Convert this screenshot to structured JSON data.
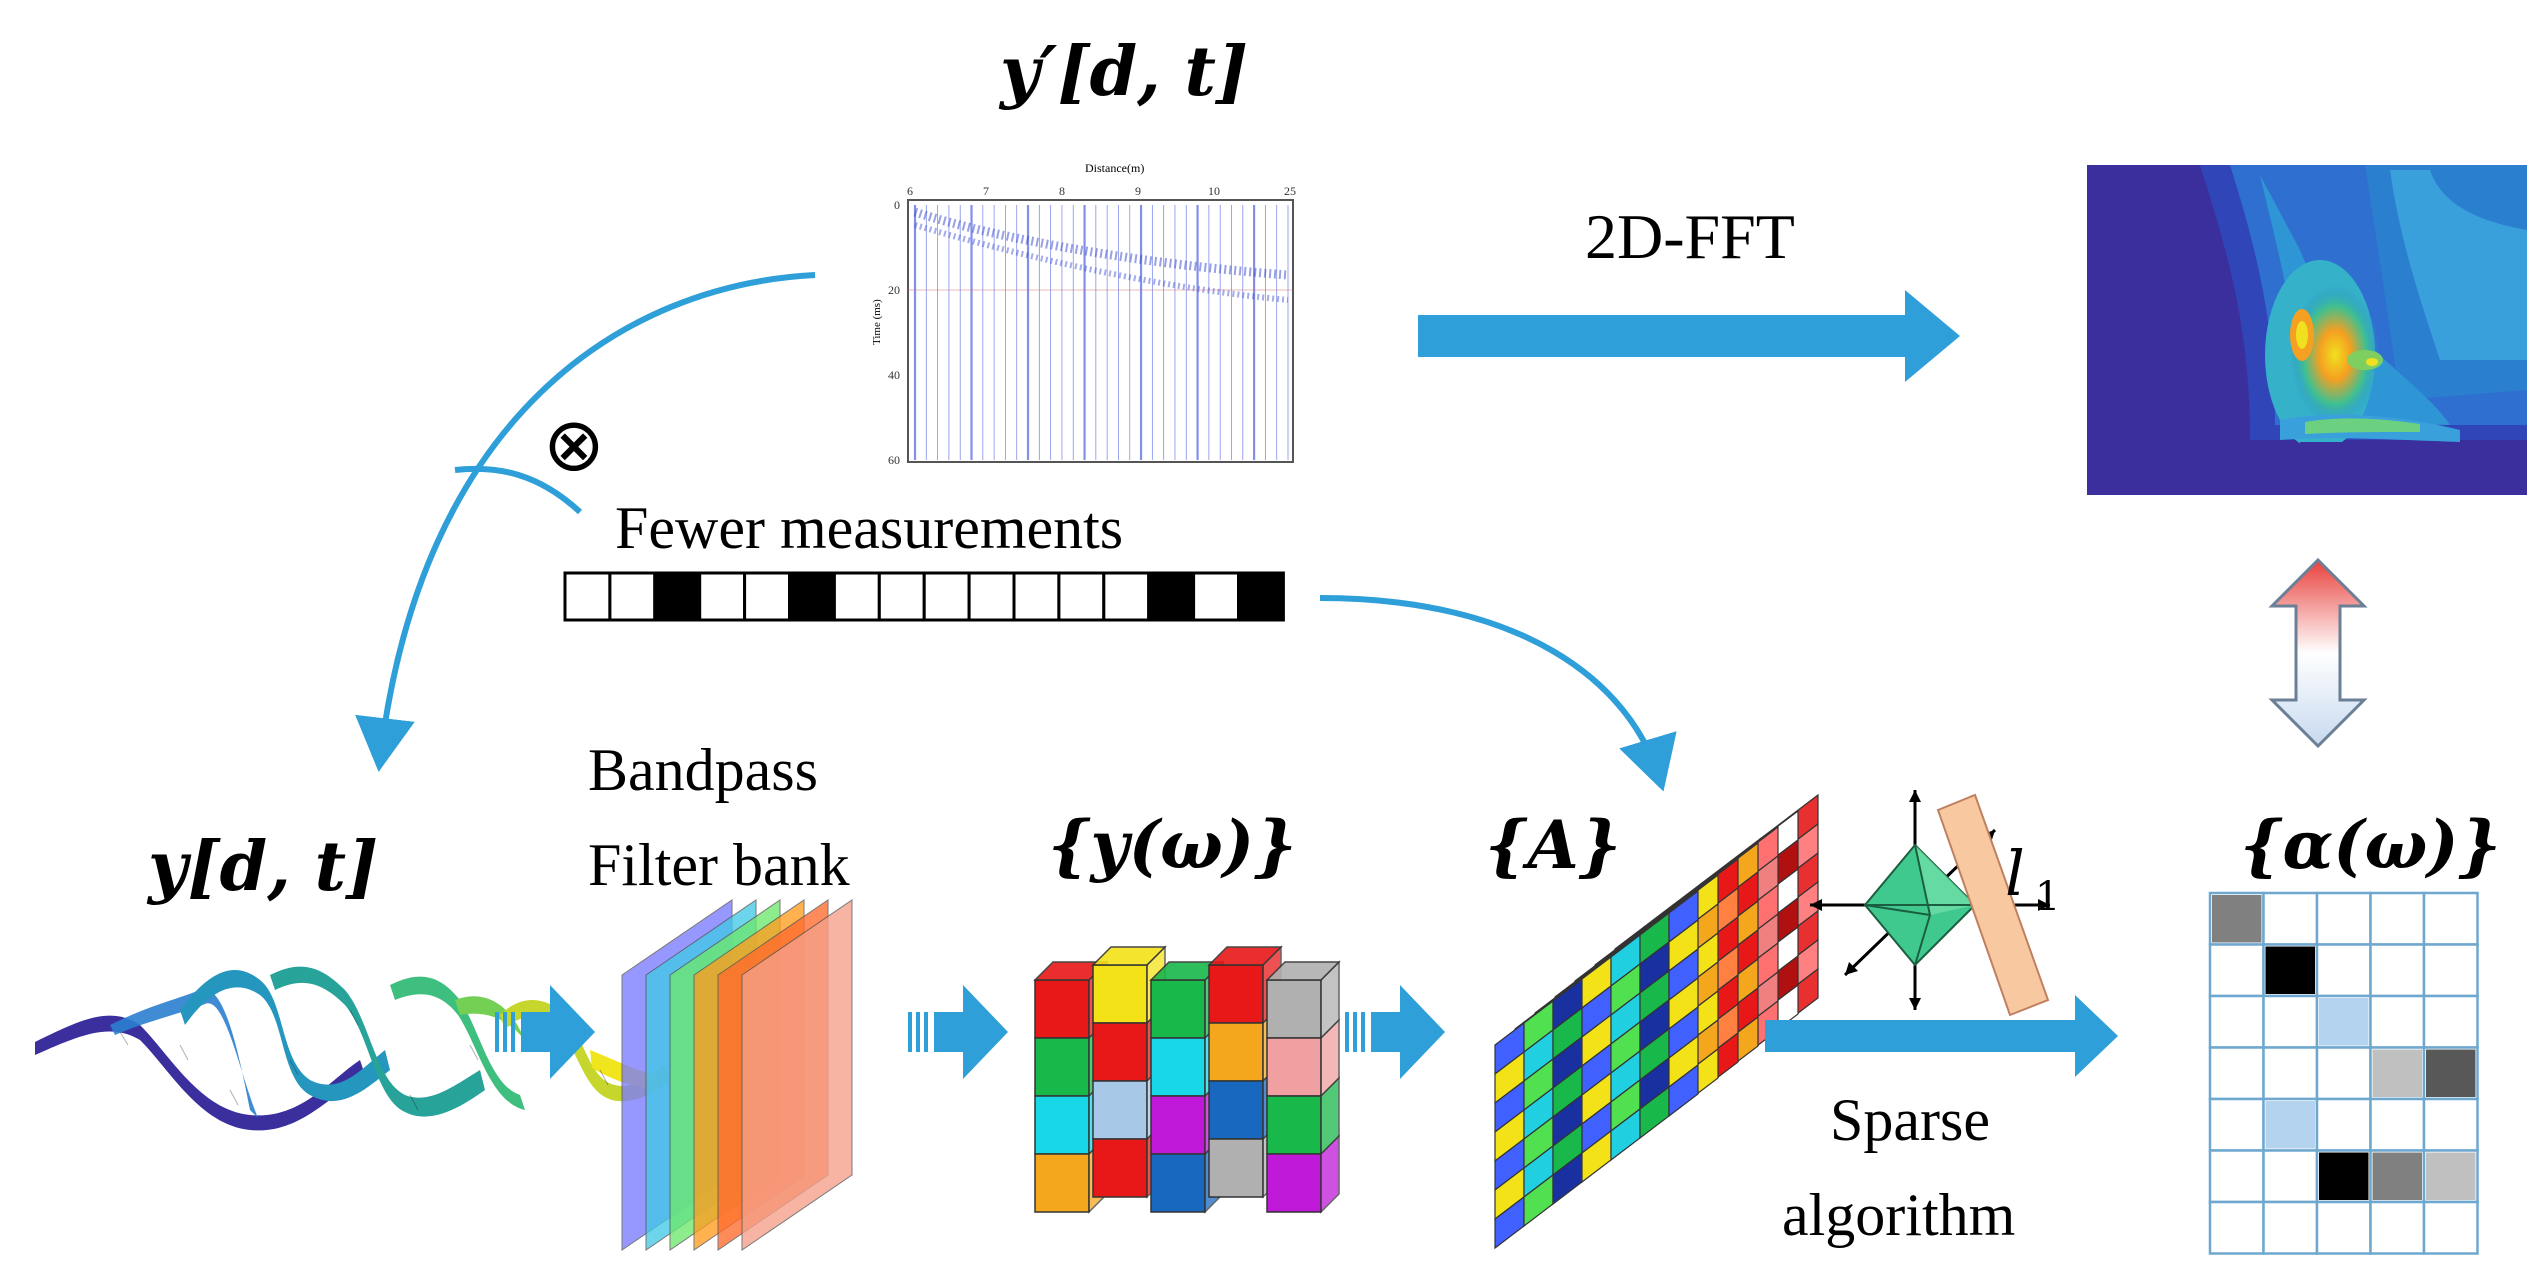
{
  "labels": {
    "y_prime": "y′[d, t]",
    "fft": "2D-FFT",
    "fewer": "Fewer measurements",
    "y_dt": "y[d, t]",
    "bandpass_1": "Bandpass",
    "bandpass_2": "Filter bank",
    "y_omega": "{y(ω)}",
    "A_set": "{A}",
    "l1": "l",
    "l1_sub": "1",
    "sparse_1": "Sparse",
    "sparse_2": "algorithm",
    "alpha": "{α(ω)}",
    "otimes": "⊗"
  },
  "seismogram": {
    "top_axis_label": "Distance(m)",
    "x_ticks": [
      "6",
      "7",
      "8",
      "9",
      "10",
      "25"
    ],
    "left_axis_label": "Time (ms)",
    "y_ticks": [
      "0",
      "20",
      "40",
      "60"
    ]
  },
  "measurement_mask": [
    0,
    0,
    1,
    0,
    0,
    1,
    0,
    0,
    0,
    0,
    0,
    0,
    0,
    1,
    0,
    1
  ],
  "sparse_matrix": {
    "rows": 7,
    "cols": 5,
    "cells": [
      {
        "r": 0,
        "c": 0,
        "color": "#808080"
      },
      {
        "r": 1,
        "c": 1,
        "color": "#000000"
      },
      {
        "r": 2,
        "c": 2,
        "color": "#b3d3ee"
      },
      {
        "r": 3,
        "c": 3,
        "color": "#c0c0c0"
      },
      {
        "r": 3,
        "c": 4,
        "color": "#585858"
      },
      {
        "r": 4,
        "c": 1,
        "color": "#b3d3ee"
      },
      {
        "r": 5,
        "c": 2,
        "color": "#000000"
      },
      {
        "r": 5,
        "c": 3,
        "color": "#808080"
      },
      {
        "r": 5,
        "c": 4,
        "color": "#c0c0c0"
      }
    ]
  },
  "colors": {
    "arrow_blue": "#2e9fd8",
    "filter_layers": [
      "#7b7cff",
      "#43c8e6",
      "#6ee86e",
      "#ff9d1e",
      "#ff6b2d",
      "#f5a08a"
    ],
    "cube_palette": [
      "#e81818",
      "#f3e218",
      "#18b84a",
      "#18d8e8",
      "#f4a61d",
      "#b0b0b0",
      "#f0a0a0",
      "#c018d8",
      "#1868c0",
      "#a8c8e8"
    ]
  }
}
